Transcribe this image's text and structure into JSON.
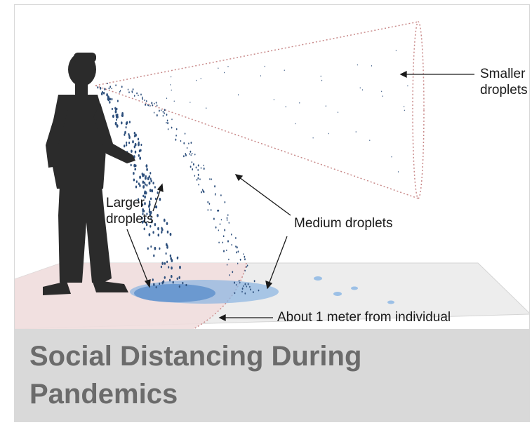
{
  "figure": {
    "labels": {
      "smaller_droplets": "Smaller\ndroplets",
      "larger_droplets": "Larger\ndroplets",
      "medium_droplets": "Medium droplets",
      "distance": "About 1 meter from individual"
    }
  },
  "caption": {
    "title": "Social Distancing During Pandemics"
  },
  "colors": {
    "caption_bg": "#d9d9d9",
    "caption_text": "#6b6b6b",
    "floor": "#eeeeee",
    "zone": "#f1dede",
    "droplet": "#2d4f7c",
    "puddle": "#5b9bd5",
    "cone_edge": "#c98a8a"
  }
}
